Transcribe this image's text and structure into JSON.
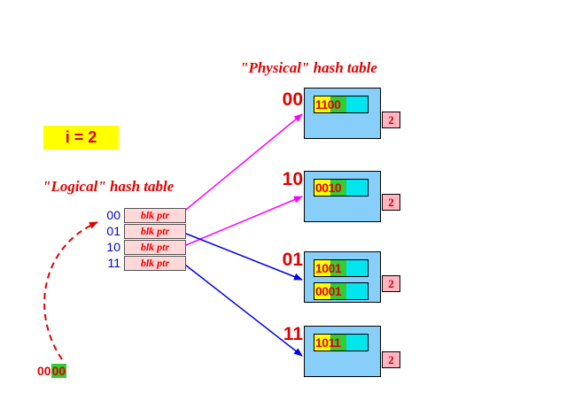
{
  "titles": {
    "physical": "\"Physical\" hash table",
    "logical": "\"Logical\" hash table"
  },
  "global_depth": "i = 2",
  "directory": [
    {
      "index": "00",
      "cell": "blk ptr"
    },
    {
      "index": "01",
      "cell": "blk ptr"
    },
    {
      "index": "10",
      "cell": "blk ptr"
    },
    {
      "index": "11",
      "cell": "blk ptr"
    }
  ],
  "buckets": [
    {
      "label": "00",
      "local_depth": "2",
      "records": [
        {
          "key": "1100",
          "yellow_chars": 2
        }
      ]
    },
    {
      "label": "10",
      "local_depth": "2",
      "records": [
        {
          "key": "0010",
          "yellow_chars": 2
        }
      ]
    },
    {
      "label": "01",
      "local_depth": "2",
      "records": [
        {
          "key": "1001",
          "yellow_chars": 2
        },
        {
          "key": "0001",
          "yellow_chars": 2
        }
      ]
    },
    {
      "label": "11",
      "local_depth": "2",
      "records": [
        {
          "key": "1011",
          "yellow_chars": 2
        }
      ]
    }
  ],
  "lookup_key": {
    "plain": "00",
    "highlighted": "00"
  },
  "colors": {
    "title_red": "#e00000",
    "dir_index_blue": "#0000cc",
    "arrow_magenta": "#ff00ff",
    "arrow_blue": "#0000ee",
    "arrow_dashed_red": "#e00000",
    "bucket_fill": "#87cefa",
    "record_yellow": "#ffff00",
    "record_green": "#33cc33",
    "record_cyan": "#00e5ee",
    "depth_pink": "#ffb6c1",
    "dir_cell_pink": "#ffd9d9"
  }
}
